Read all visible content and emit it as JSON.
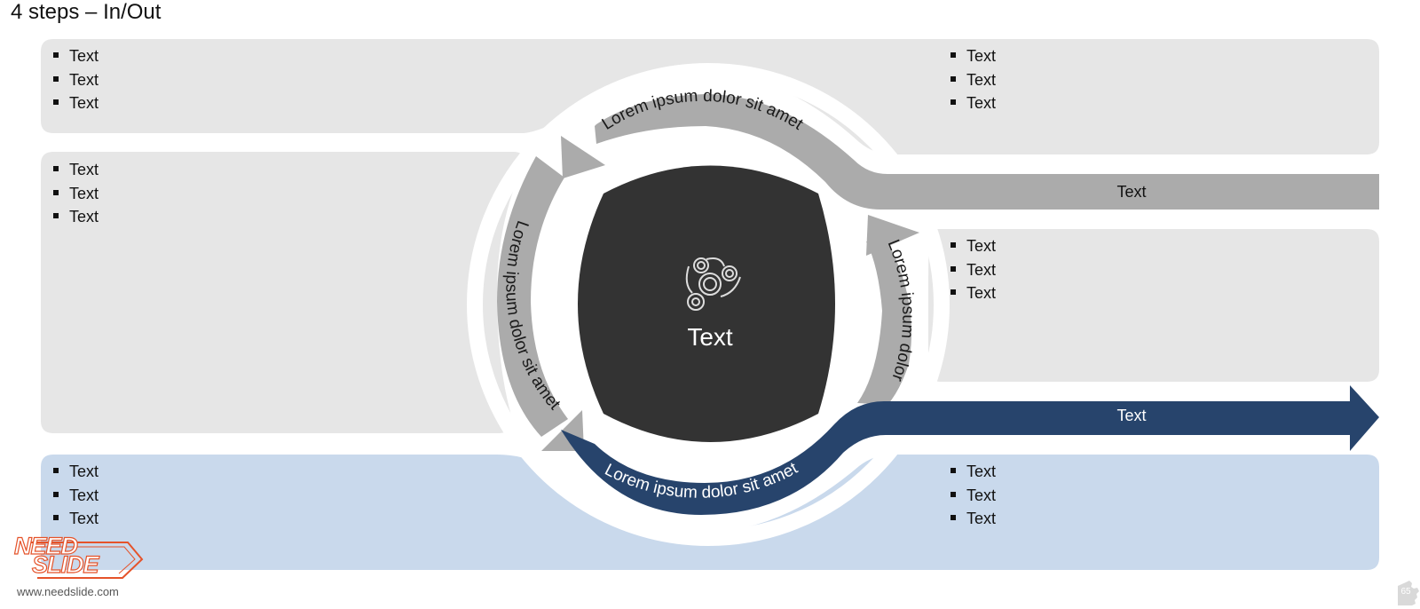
{
  "slide": {
    "title": "4 steps – In/Out"
  },
  "center": {
    "label": "Text",
    "icon": "fidget-spinner-icon"
  },
  "arcs": {
    "top": "Lorem ipsum dolor sit amet",
    "left": "Lorem ipsum dolor sit amet",
    "right": "Lorem ipsum dolor",
    "bottom": "Lorem ipsum dolor sit amet"
  },
  "arrows": {
    "gray": {
      "label": "Text"
    },
    "blue": {
      "label": "Text"
    }
  },
  "panels": {
    "top_left": {
      "items": [
        "Text",
        "Text",
        "Text"
      ]
    },
    "top_right": {
      "items": [
        "Text",
        "Text",
        "Text"
      ]
    },
    "middle_left": {
      "items": [
        "Text",
        "Text",
        "Text"
      ]
    },
    "middle_right": {
      "items": [
        "Text",
        "Text",
        "Text"
      ]
    },
    "bottom_left": {
      "items": [
        "Text",
        "Text",
        "Text"
      ]
    },
    "bottom_right": {
      "items": [
        "Text",
        "Text",
        "Text"
      ]
    }
  },
  "logo": {
    "line1": "NEED",
    "line2": "SLIDE",
    "url": "www.needslide.com"
  },
  "page_number": "65",
  "colors": {
    "panel_gray": "#e6e6e6",
    "panel_blue": "#c9d9ec",
    "arrow_gray": "#ababab",
    "arrow_blue": "#27446c",
    "center_dark": "#333333",
    "logo_orange": "#e5532a"
  }
}
